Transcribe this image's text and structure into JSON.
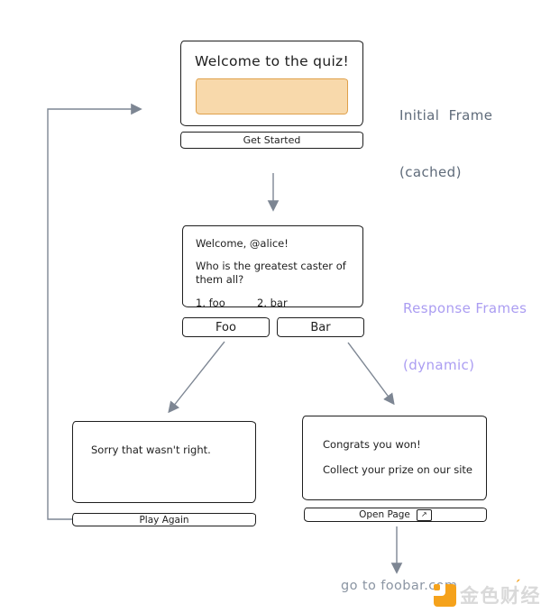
{
  "colors": {
    "ink": "#1e1e1e",
    "arrow": "#7d8693",
    "accent_fill": "#f8d9ab",
    "accent_border": "#dfa04a",
    "label_gray": "#5f6b7a",
    "label_purple": "#ab9df2",
    "footer_gray": "#8b95a3",
    "wm_orange": "#f5a21b",
    "wm_gray": "#d9d9d9"
  },
  "frames": {
    "initial": {
      "title": "Welcome to the quiz!",
      "button": "Get Started"
    },
    "question": {
      "greeting": "Welcome, @alice!",
      "question_line1": "Who is the greatest caster of",
      "question_line2": "them all?",
      "option1": "1. foo",
      "option2": "2. bar",
      "button_foo": "Foo",
      "button_bar": "Bar"
    },
    "wrong": {
      "message": "Sorry that wasn't right.",
      "button": "Play Again"
    },
    "win": {
      "message_line1": "Congrats you won!",
      "message_line2": "Collect your prize on our site",
      "button": "Open Page",
      "button_icon": "↗"
    }
  },
  "annotations": {
    "initial_label_line1": "Initial  Frame",
    "initial_label_line2": "(cached)",
    "response_label_line1": "Response Frames",
    "response_label_line2": "(dynamic)",
    "footer_note": "go to foobar.com"
  },
  "watermark": {
    "text": "金色财经"
  }
}
